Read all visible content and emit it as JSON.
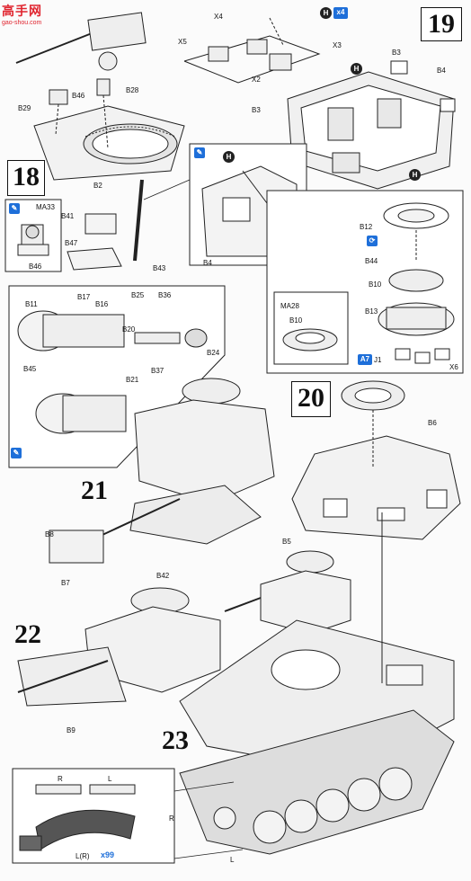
{
  "watermark": {
    "title": "高手网",
    "url": "gao-shou.com"
  },
  "steps": {
    "s18": "18",
    "s19": "19",
    "s20": "20",
    "s21": "21",
    "s22": "22",
    "s23": "23"
  },
  "markers": {
    "h": "H",
    "x4": "x4",
    "a7": "A7",
    "j1": "J1"
  },
  "parts": {
    "x4": "X4",
    "x5": "X5",
    "x3": "X3",
    "x2": "X2",
    "x6": "X6",
    "b3a": "B3",
    "b3b": "B3",
    "b4a": "B4",
    "b4b": "B4",
    "b46a": "B46",
    "b28": "B28",
    "b29": "B29",
    "b2": "B2",
    "ma33": "MA33",
    "b46b": "B46",
    "b41": "B41",
    "b47": "B47",
    "b43": "B43",
    "b12": "B12",
    "b44": "B44",
    "b10a": "B10",
    "b13": "B13",
    "ma28": "MA28",
    "b10b": "B10",
    "b11": "B11",
    "b17": "B17",
    "b16": "B16",
    "b25": "B25",
    "b36": "B36",
    "b20": "B20",
    "b24": "B24",
    "b21": "B21",
    "b37": "B37",
    "b45": "B45",
    "b6": "B6",
    "b5": "B5",
    "b8": "B8",
    "b7": "B7",
    "b42": "B42",
    "b9": "B9",
    "r_top": "R",
    "l_top": "L",
    "r_main": "R",
    "l_main": "L",
    "lr": "L(R)"
  },
  "track_qty": "x99"
}
